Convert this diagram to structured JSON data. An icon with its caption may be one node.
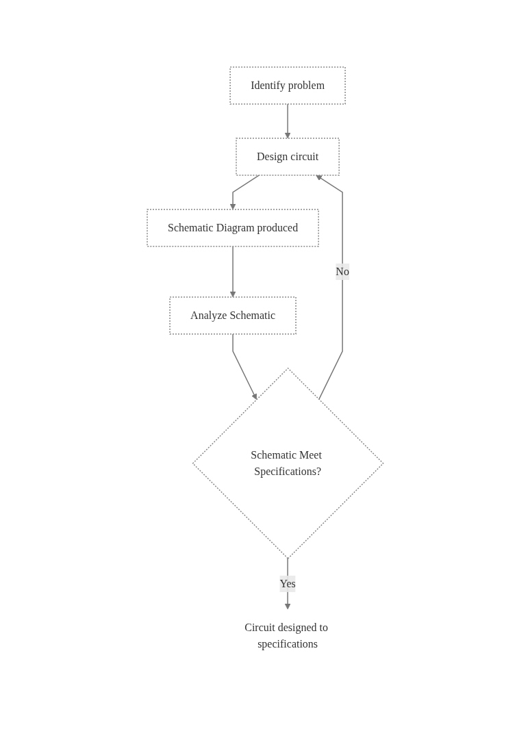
{
  "diagram": {
    "nodes": [
      {
        "text": [
          "Identify problem"
        ]
      },
      {
        "text": [
          "Design circuit"
        ]
      },
      {
        "text": [
          "Schematic Diagram produced"
        ]
      },
      {
        "text": [
          "Analyze Schematic"
        ]
      },
      {
        "text": [
          "Schematic Meet Specifications?"
        ]
      },
      {
        "text": [
          "Circuit designed to specifications"
        ]
      }
    ],
    "edges": [
      {
        "from": 0,
        "to": 1,
        "arrow": "to"
      },
      {
        "from": 1,
        "to": 2,
        "arrow": "to"
      },
      {
        "from": 2,
        "to": 3,
        "arrow": "to"
      },
      {
        "from": 3,
        "to": 4,
        "arrow": "to"
      },
      {
        "from": 4,
        "to": 1,
        "arrow": "to",
        "label": "No"
      },
      {
        "from": 4,
        "to": 5,
        "arrow": "to",
        "label": "Yes"
      }
    ]
  }
}
